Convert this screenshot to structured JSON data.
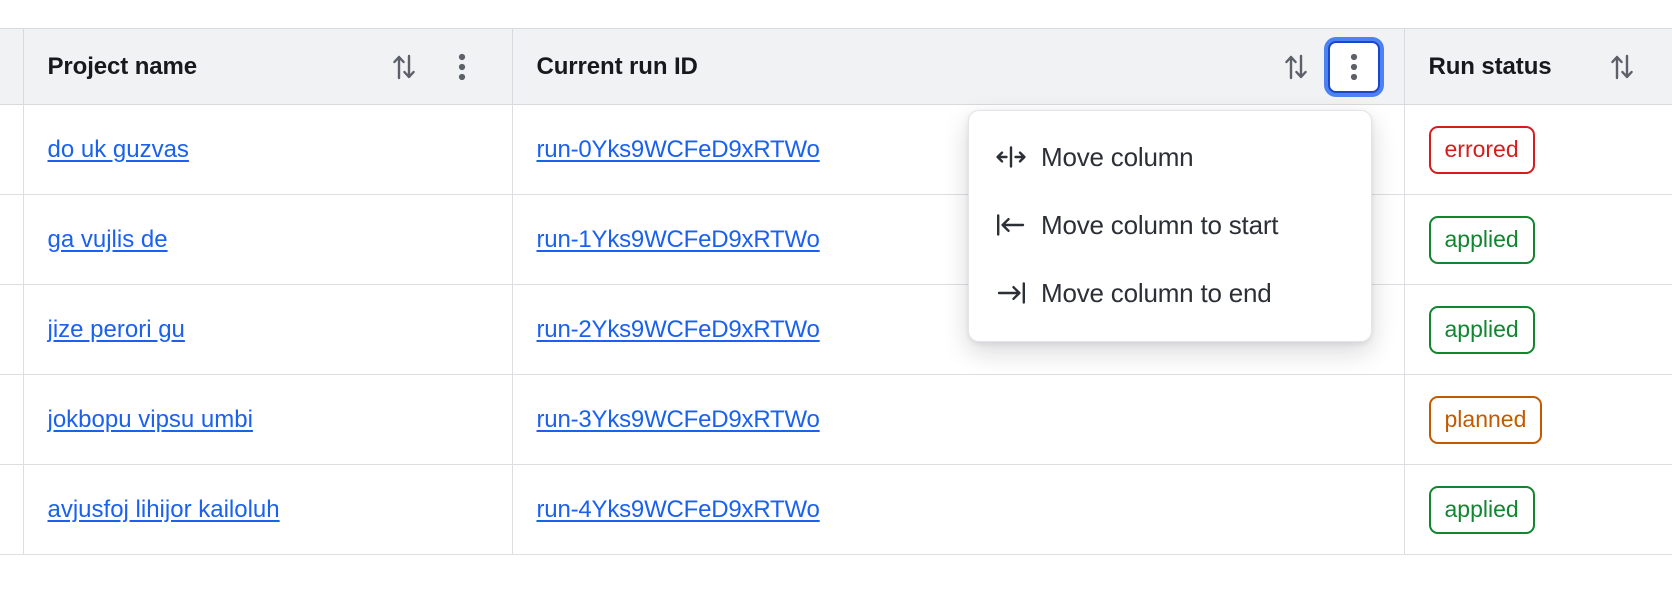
{
  "table": {
    "columns": [
      {
        "key": "project_name",
        "label": "Project name",
        "sort_icon": "sort-updown-icon",
        "has_menu": true,
        "menu_icon": "kebab-menu-icon",
        "menu_focused": false
      },
      {
        "key": "current_run_id",
        "label": "Current run ID",
        "sort_icon": "sort-updown-icon",
        "has_menu": true,
        "menu_icon": "kebab-menu-icon",
        "menu_focused": true
      },
      {
        "key": "run_status",
        "label": "Run status",
        "sort_icon": "sort-updown-icon",
        "has_menu": false,
        "menu_icon": "",
        "menu_focused": false
      }
    ],
    "rows": [
      {
        "project_name": "do uk guzvas",
        "current_run_id": "run-0Yks9WCFeD9xRTWo",
        "run_status": "errored"
      },
      {
        "project_name": "ga vujlis de",
        "current_run_id": "run-1Yks9WCFeD9xRTWo",
        "run_status": "applied"
      },
      {
        "project_name": "jize perori gu",
        "current_run_id": "run-2Yks9WCFeD9xRTWo",
        "run_status": "applied"
      },
      {
        "project_name": "jokbopu vipsu umbi",
        "current_run_id": "run-3Yks9WCFeD9xRTWo",
        "run_status": "planned"
      },
      {
        "project_name": "avjusfoj lihijor kailoluh",
        "current_run_id": "run-4Yks9WCFeD9xRTWo",
        "run_status": "applied"
      }
    ]
  },
  "column_menu": {
    "open_for_column": "Current run ID",
    "items": [
      {
        "label": "Move column",
        "icon": "move-column-icon"
      },
      {
        "label": "Move column to start",
        "icon": "move-to-start-icon"
      },
      {
        "label": "Move column to end",
        "icon": "move-to-end-icon"
      }
    ]
  },
  "colors": {
    "link": "#1a61f0",
    "status_errored": "#d81c1c",
    "status_applied": "#11852f",
    "status_planned": "#c35a00",
    "focus_ring": "#4d82f3",
    "header_bg": "#f1f2f4",
    "grid_line": "#dcdee1"
  }
}
